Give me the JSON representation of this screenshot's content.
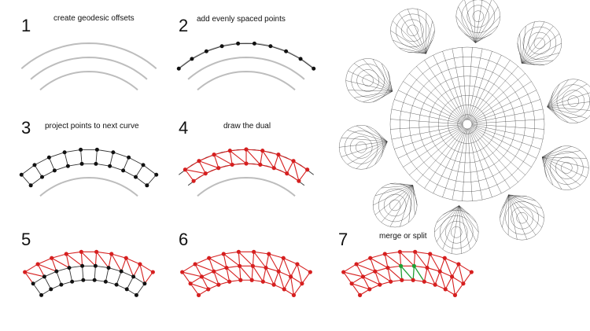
{
  "steps": [
    {
      "number": "1",
      "caption": "create geodesic offsets"
    },
    {
      "number": "2",
      "caption": "add evenly spaced points"
    },
    {
      "number": "3",
      "caption": "project points to next curve"
    },
    {
      "number": "4",
      "caption": "draw the dual"
    },
    {
      "number": "5",
      "caption": ""
    },
    {
      "number": "6",
      "caption": ""
    },
    {
      "number": "7",
      "caption": "merge  or split"
    }
  ],
  "colors": {
    "guide_curve": "#bdbdbd",
    "point_black": "#111111",
    "point_red": "#d61f1f",
    "line_red": "#d61f1f",
    "line_green": "#1f9e32",
    "mesh_line": "#2b2b2b"
  }
}
